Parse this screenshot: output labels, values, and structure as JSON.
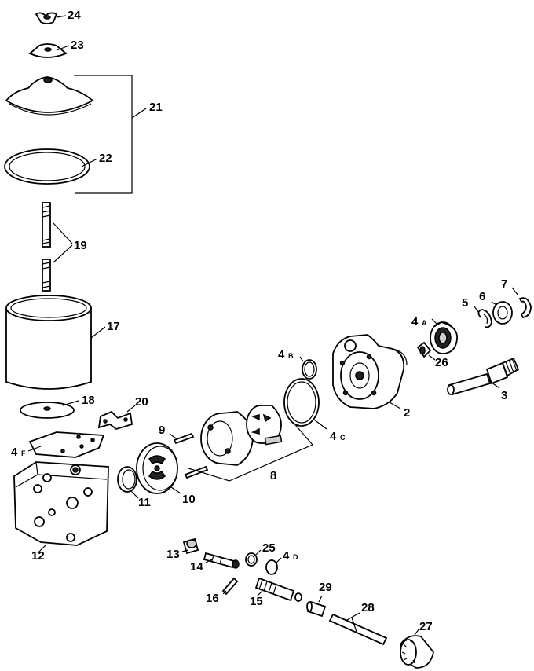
{
  "callouts": [
    {
      "id": "c24",
      "text": "24"
    },
    {
      "id": "c23",
      "text": "23"
    },
    {
      "id": "c21",
      "text": "21"
    },
    {
      "id": "c22",
      "text": "22"
    },
    {
      "id": "c19",
      "text": "19"
    },
    {
      "id": "c17",
      "text": "17"
    },
    {
      "id": "c7",
      "text": "7"
    },
    {
      "id": "c6",
      "text": "6"
    },
    {
      "id": "c5",
      "text": "5"
    },
    {
      "id": "c4a",
      "text": "4",
      "sub": "A"
    },
    {
      "id": "c4b",
      "text": "4",
      "sub": "B"
    },
    {
      "id": "c26",
      "text": "26"
    },
    {
      "id": "c3",
      "text": "3"
    },
    {
      "id": "c2",
      "text": "2"
    },
    {
      "id": "c4c",
      "text": "4",
      "sub": "C"
    },
    {
      "id": "c18",
      "text": "18"
    },
    {
      "id": "c20",
      "text": "20"
    },
    {
      "id": "c9",
      "text": "9"
    },
    {
      "id": "c4f",
      "text": "4",
      "sub": "F"
    },
    {
      "id": "c8",
      "text": "8"
    },
    {
      "id": "c11",
      "text": "11"
    },
    {
      "id": "c10",
      "text": "10"
    },
    {
      "id": "c12",
      "text": "12"
    },
    {
      "id": "c13",
      "text": "13"
    },
    {
      "id": "c14",
      "text": "14"
    },
    {
      "id": "c25",
      "text": "25"
    },
    {
      "id": "c4d",
      "text": "4",
      "sub": "D"
    },
    {
      "id": "c29",
      "text": "29"
    },
    {
      "id": "c16",
      "text": "16"
    },
    {
      "id": "c15",
      "text": "15"
    },
    {
      "id": "c28",
      "text": "28"
    },
    {
      "id": "c27",
      "text": "27"
    }
  ]
}
